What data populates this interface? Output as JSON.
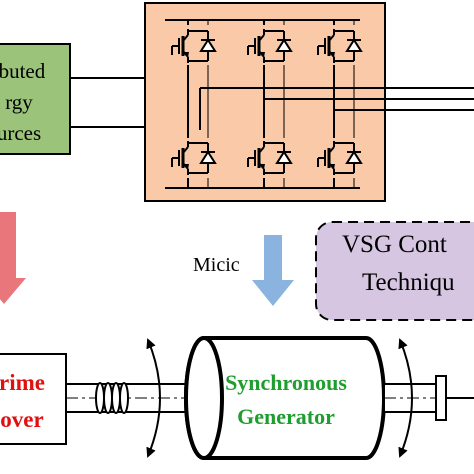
{
  "der_block": {
    "lines": [
      "ibuted",
      "rgy",
      "urces"
    ]
  },
  "inverter": {
    "rows": 2,
    "legs": 3
  },
  "arrows": {
    "micic_label": "Micic"
  },
  "vsg_box": {
    "line1": "VSG Cont",
    "line2": "Techniqu"
  },
  "prime_mover": {
    "line1": "rime",
    "line2": "over"
  },
  "generator": {
    "line1": "Synchronous",
    "line2": "Generator"
  },
  "colors": {
    "der_fill": "#9bc47a",
    "inverter_fill": "#f9c9a8",
    "red_arrow": "#e8767a",
    "blue_arrow": "#8ab3e0",
    "vsg_fill": "#d6c6e2",
    "prime_mover_text": "#e01010",
    "generator_text": "#1e9e2e"
  }
}
